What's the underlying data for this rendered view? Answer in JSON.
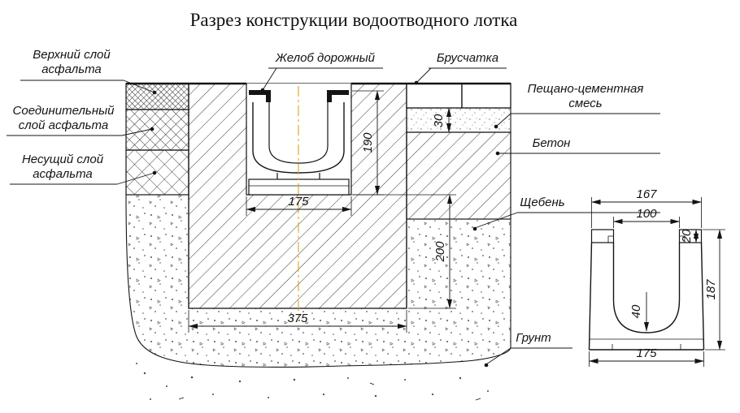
{
  "title": "Разрез конструкции водоотводного лотка",
  "labels": {
    "asphalt_top": [
      "Верхний слой",
      "асфальта"
    ],
    "asphalt_mid": [
      "Соединительный",
      "слой асфальта"
    ],
    "asphalt_base": [
      "Несущий слой",
      "асфальта"
    ],
    "gutter": "Желоб дорожный",
    "paving": "Брусчатка",
    "sand_cement": [
      "Пещано-цементная",
      "смесь"
    ],
    "concrete": "Бетон",
    "gravel": "Щебень",
    "ground": "Грунт"
  },
  "dims_main": {
    "gutter_depth": "190",
    "sand_thickness": "30",
    "gutter_width": "175",
    "base_depth": "200",
    "base_width": "375"
  },
  "dims_detail": {
    "top_width": "167",
    "inner_width": "100",
    "rim_height": "20",
    "height": "187",
    "inner_depth": "40",
    "bottom_width": "175"
  },
  "colors": {
    "line": "#141414",
    "centerline": "#d9a71a",
    "background": "#ffffff"
  }
}
